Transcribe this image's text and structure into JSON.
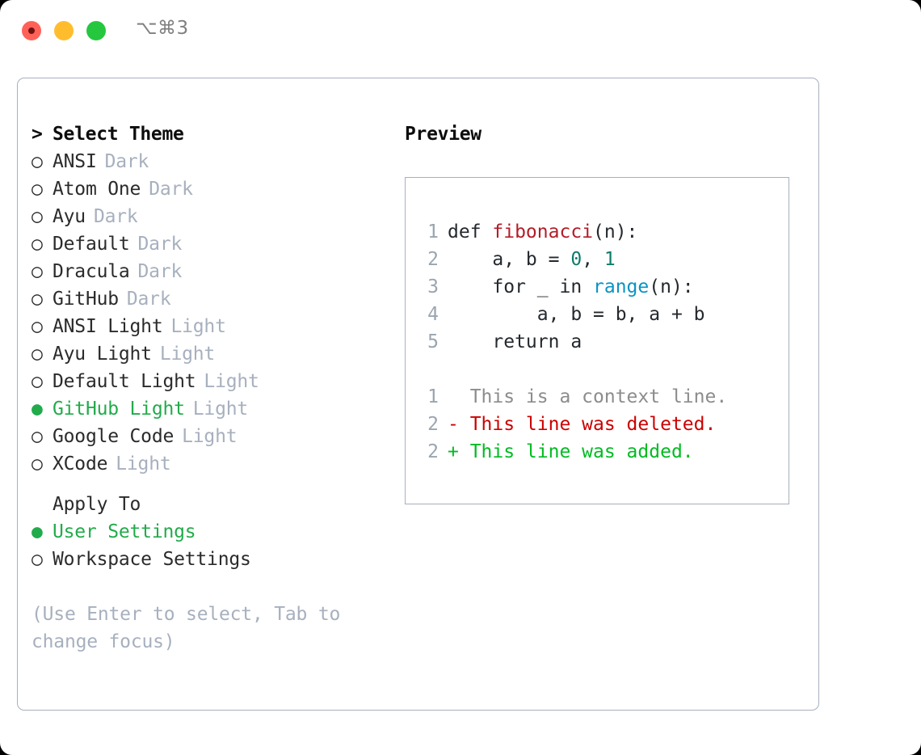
{
  "titlebar": {
    "shortcut": "⌥⌘3",
    "lights": [
      "close-red",
      "minimize-yellow",
      "zoom-green"
    ]
  },
  "theme_picker": {
    "heading": "Select Theme",
    "heading_marker": ">",
    "marker_selected": "●",
    "marker_unselected": "○",
    "items": [
      {
        "name": "ANSI",
        "variant": "Dark",
        "selected": false
      },
      {
        "name": "Atom One",
        "variant": "Dark",
        "selected": false
      },
      {
        "name": "Ayu",
        "variant": "Dark",
        "selected": false
      },
      {
        "name": "Default",
        "variant": "Dark",
        "selected": false
      },
      {
        "name": "Dracula",
        "variant": "Dark",
        "selected": false
      },
      {
        "name": "GitHub",
        "variant": "Dark",
        "selected": false
      },
      {
        "name": "ANSI Light",
        "variant": "Light",
        "selected": false
      },
      {
        "name": "Ayu Light",
        "variant": "Light",
        "selected": false
      },
      {
        "name": "Default Light",
        "variant": "Light",
        "selected": false
      },
      {
        "name": "GitHub Light",
        "variant": "Light",
        "selected": true
      },
      {
        "name": "Google Code",
        "variant": "Light",
        "selected": false
      },
      {
        "name": "XCode",
        "variant": "Light",
        "selected": false
      }
    ]
  },
  "apply_to": {
    "heading": "Apply To",
    "options": [
      {
        "name": "User Settings",
        "selected": true
      },
      {
        "name": "Workspace Settings",
        "selected": false
      }
    ]
  },
  "hint": "(Use Enter to select, Tab to change focus)",
  "preview": {
    "title": "Preview",
    "code_lines": [
      {
        "no": "1",
        "segments": [
          {
            "t": "def ",
            "c": "plain"
          },
          {
            "t": "fibonacci",
            "c": "fn"
          },
          {
            "t": "(n):",
            "c": "plain"
          }
        ]
      },
      {
        "no": "2",
        "segments": [
          {
            "t": "    a, b = ",
            "c": "plain"
          },
          {
            "t": "0",
            "c": "num"
          },
          {
            "t": ", ",
            "c": "plain"
          },
          {
            "t": "1",
            "c": "num"
          }
        ]
      },
      {
        "no": "3",
        "segments": [
          {
            "t": "    for _ in ",
            "c": "plain"
          },
          {
            "t": "range",
            "c": "call"
          },
          {
            "t": "(n):",
            "c": "plain"
          }
        ]
      },
      {
        "no": "4",
        "segments": [
          {
            "t": "        a, b = b, a + b",
            "c": "plain"
          }
        ]
      },
      {
        "no": "5",
        "segments": [
          {
            "t": "    return a",
            "c": "plain"
          }
        ]
      }
    ],
    "diff_lines": [
      {
        "no": "1",
        "prefix": "  ",
        "text": "This is a context line.",
        "kind": "ctx"
      },
      {
        "no": "2",
        "prefix": "- ",
        "text": "This line was deleted.",
        "kind": "del"
      },
      {
        "no": "2",
        "prefix": "+ ",
        "text": "This line was added.",
        "kind": "add"
      }
    ]
  },
  "colors": {
    "accent_green": "#22ab4b",
    "muted": "#a7b0be",
    "fn_red": "#b31d28",
    "num_teal": "#0e7c6b",
    "call_blue": "#0a93c4",
    "diff_del": "#cc0000",
    "diff_add": "#00bb22",
    "border": "#a7b0be"
  }
}
